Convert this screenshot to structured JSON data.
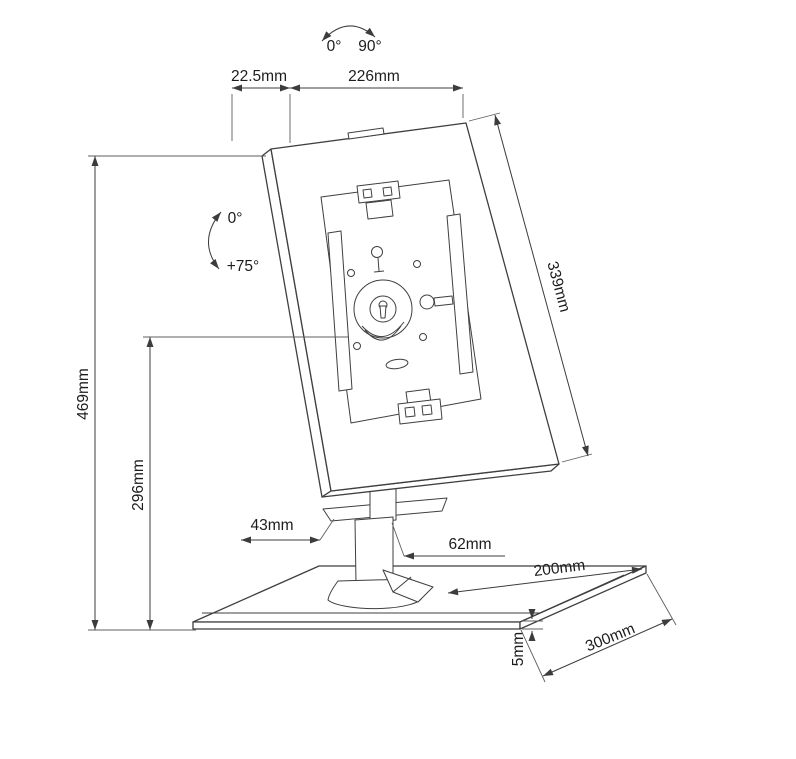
{
  "diagram_labels": {
    "rotation": {
      "min": "0°",
      "max": "90°"
    },
    "tilt": {
      "min": "0°",
      "max": "+75°"
    },
    "top_offset": "22.5mm",
    "enclosure_width": "226mm",
    "enclosure_height": "339mm",
    "total_height": "469mm",
    "pivot_height": "296mm",
    "bracket_depth": "43mm",
    "bracket_width": "62mm",
    "desk_clamp_depth": "200mm",
    "plate_thickness": "5mm",
    "base_plate_width": "300mm"
  },
  "colors": {
    "line": "#3f3f3f",
    "dimension": "#3c3c3c",
    "text": "#1c1c1c",
    "background": "#ffffff"
  }
}
